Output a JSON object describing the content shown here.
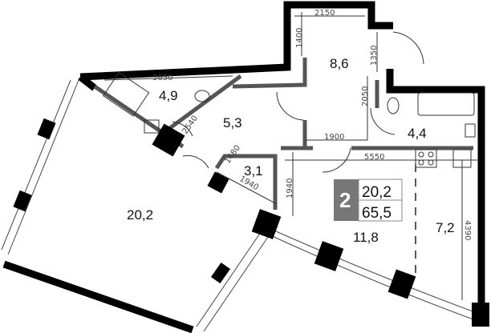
{
  "plan": {
    "rooms": [
      {
        "name": "living-room",
        "area": "20,2"
      },
      {
        "name": "bathroom-left",
        "area": "4,9"
      },
      {
        "name": "hallway",
        "area": "5,3"
      },
      {
        "name": "entrance",
        "area": "8,6"
      },
      {
        "name": "bathroom-right",
        "area": "4,4"
      },
      {
        "name": "closet",
        "area": "3,1"
      },
      {
        "name": "kitchen-living",
        "area": "11,8"
      },
      {
        "name": "kitchen",
        "area": "7,2"
      }
    ],
    "dimensions": [
      "2150",
      "1400",
      "1350",
      "2050",
      "1900",
      "3650",
      "2540",
      "1480",
      "1940",
      "5550",
      "1940",
      "4390"
    ],
    "badge": {
      "rooms": "2",
      "living_area": "20,2",
      "total_area": "65,5",
      "color": "#777777"
    }
  }
}
